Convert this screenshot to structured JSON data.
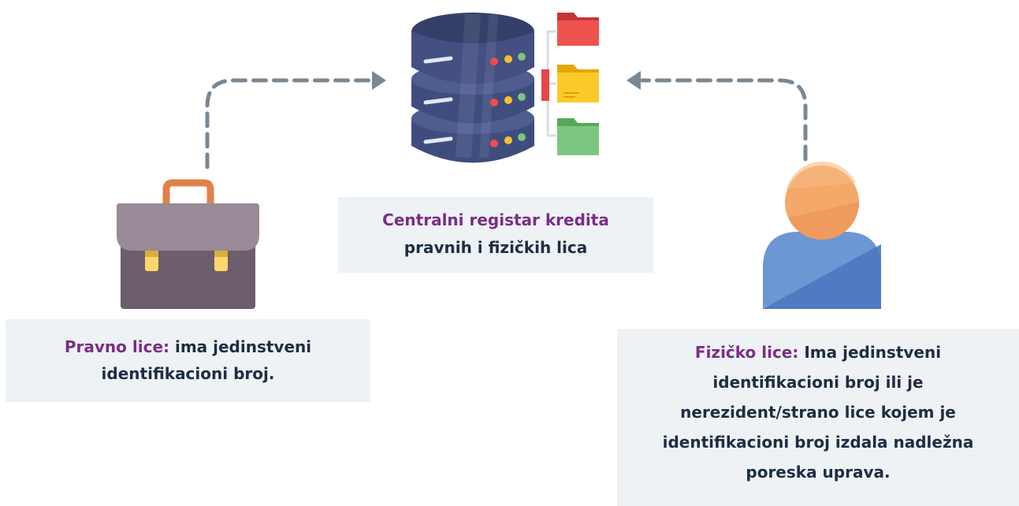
{
  "central": {
    "title": "Centralni registar kredita",
    "subtitle": "pravnih i fizičkih lica"
  },
  "legal_entity": {
    "label": "Pravno lice:",
    "lines": [
      "ima jedinstveni",
      "identifikacioni broj."
    ]
  },
  "natural_person": {
    "label": "Fizičko lice:",
    "lines": [
      "Ima jedinstveni",
      "identifikacioni broj ili je",
      "nerezident/strano lice kojem je",
      "identifikacioni broj izdala nadležna",
      "poreska uprava."
    ]
  },
  "icons": {
    "server": "database-server-icon",
    "folders": [
      "red-folder-icon",
      "yellow-folder-icon",
      "green-folder-icon"
    ],
    "briefcase": "briefcase-icon",
    "person": "person-icon"
  },
  "colors": {
    "label_purple": "#7b2d86",
    "text_dark": "#1e2d43",
    "box_bg": "#eef2f4",
    "arrow_gray": "#7a8894"
  }
}
